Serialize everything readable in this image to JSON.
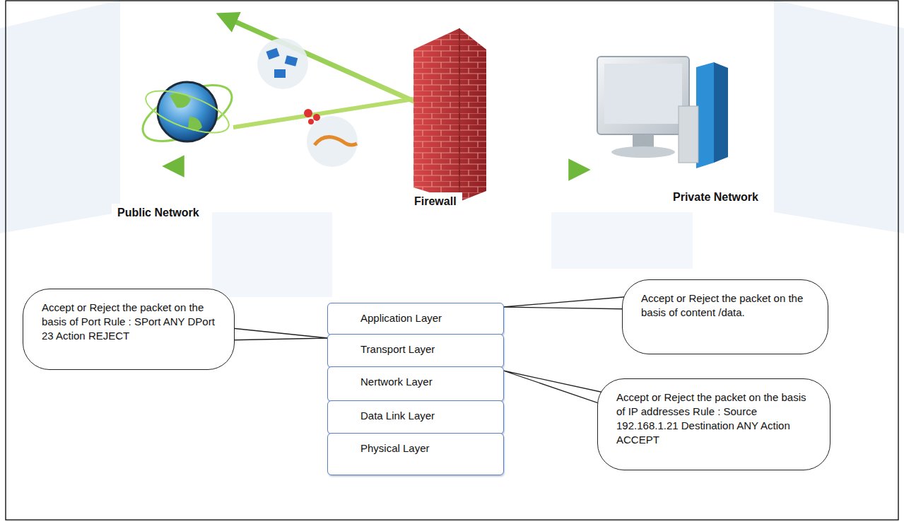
{
  "diagram": {
    "nodes": [
      {
        "text": [
          "Accept or Reject the packet on the basis of Port Rule : SPort ANY DPort 23 Action REJECT"
        ]
      },
      {
        "text": [
          "Application Layer"
        ]
      },
      {
        "text": [
          "Accept or Reject the packet on the basis of content /data."
        ]
      },
      {
        "text": [
          "Transport Layer"
        ]
      },
      {
        "text": [
          "Nertwork Layer"
        ]
      },
      {
        "text": [
          "Accept or Reject the packet on the basis of IP addresses Rule : Source 192.168.1.21 Destination ANY Action ACCEPT"
        ]
      },
      {
        "text": [
          "Data Link Layer"
        ]
      },
      {
        "text": [
          "Physical Layer"
        ]
      }
    ],
    "edges": [
      {
        "from": 0,
        "to": 3,
        "arrow": "none"
      },
      {
        "from": 2,
        "to": 1,
        "arrow": "none"
      },
      {
        "from": 5,
        "to": 4,
        "arrow": "none"
      }
    ],
    "labels": [
      "Public Network",
      "Firewall",
      "Private Network"
    ]
  }
}
